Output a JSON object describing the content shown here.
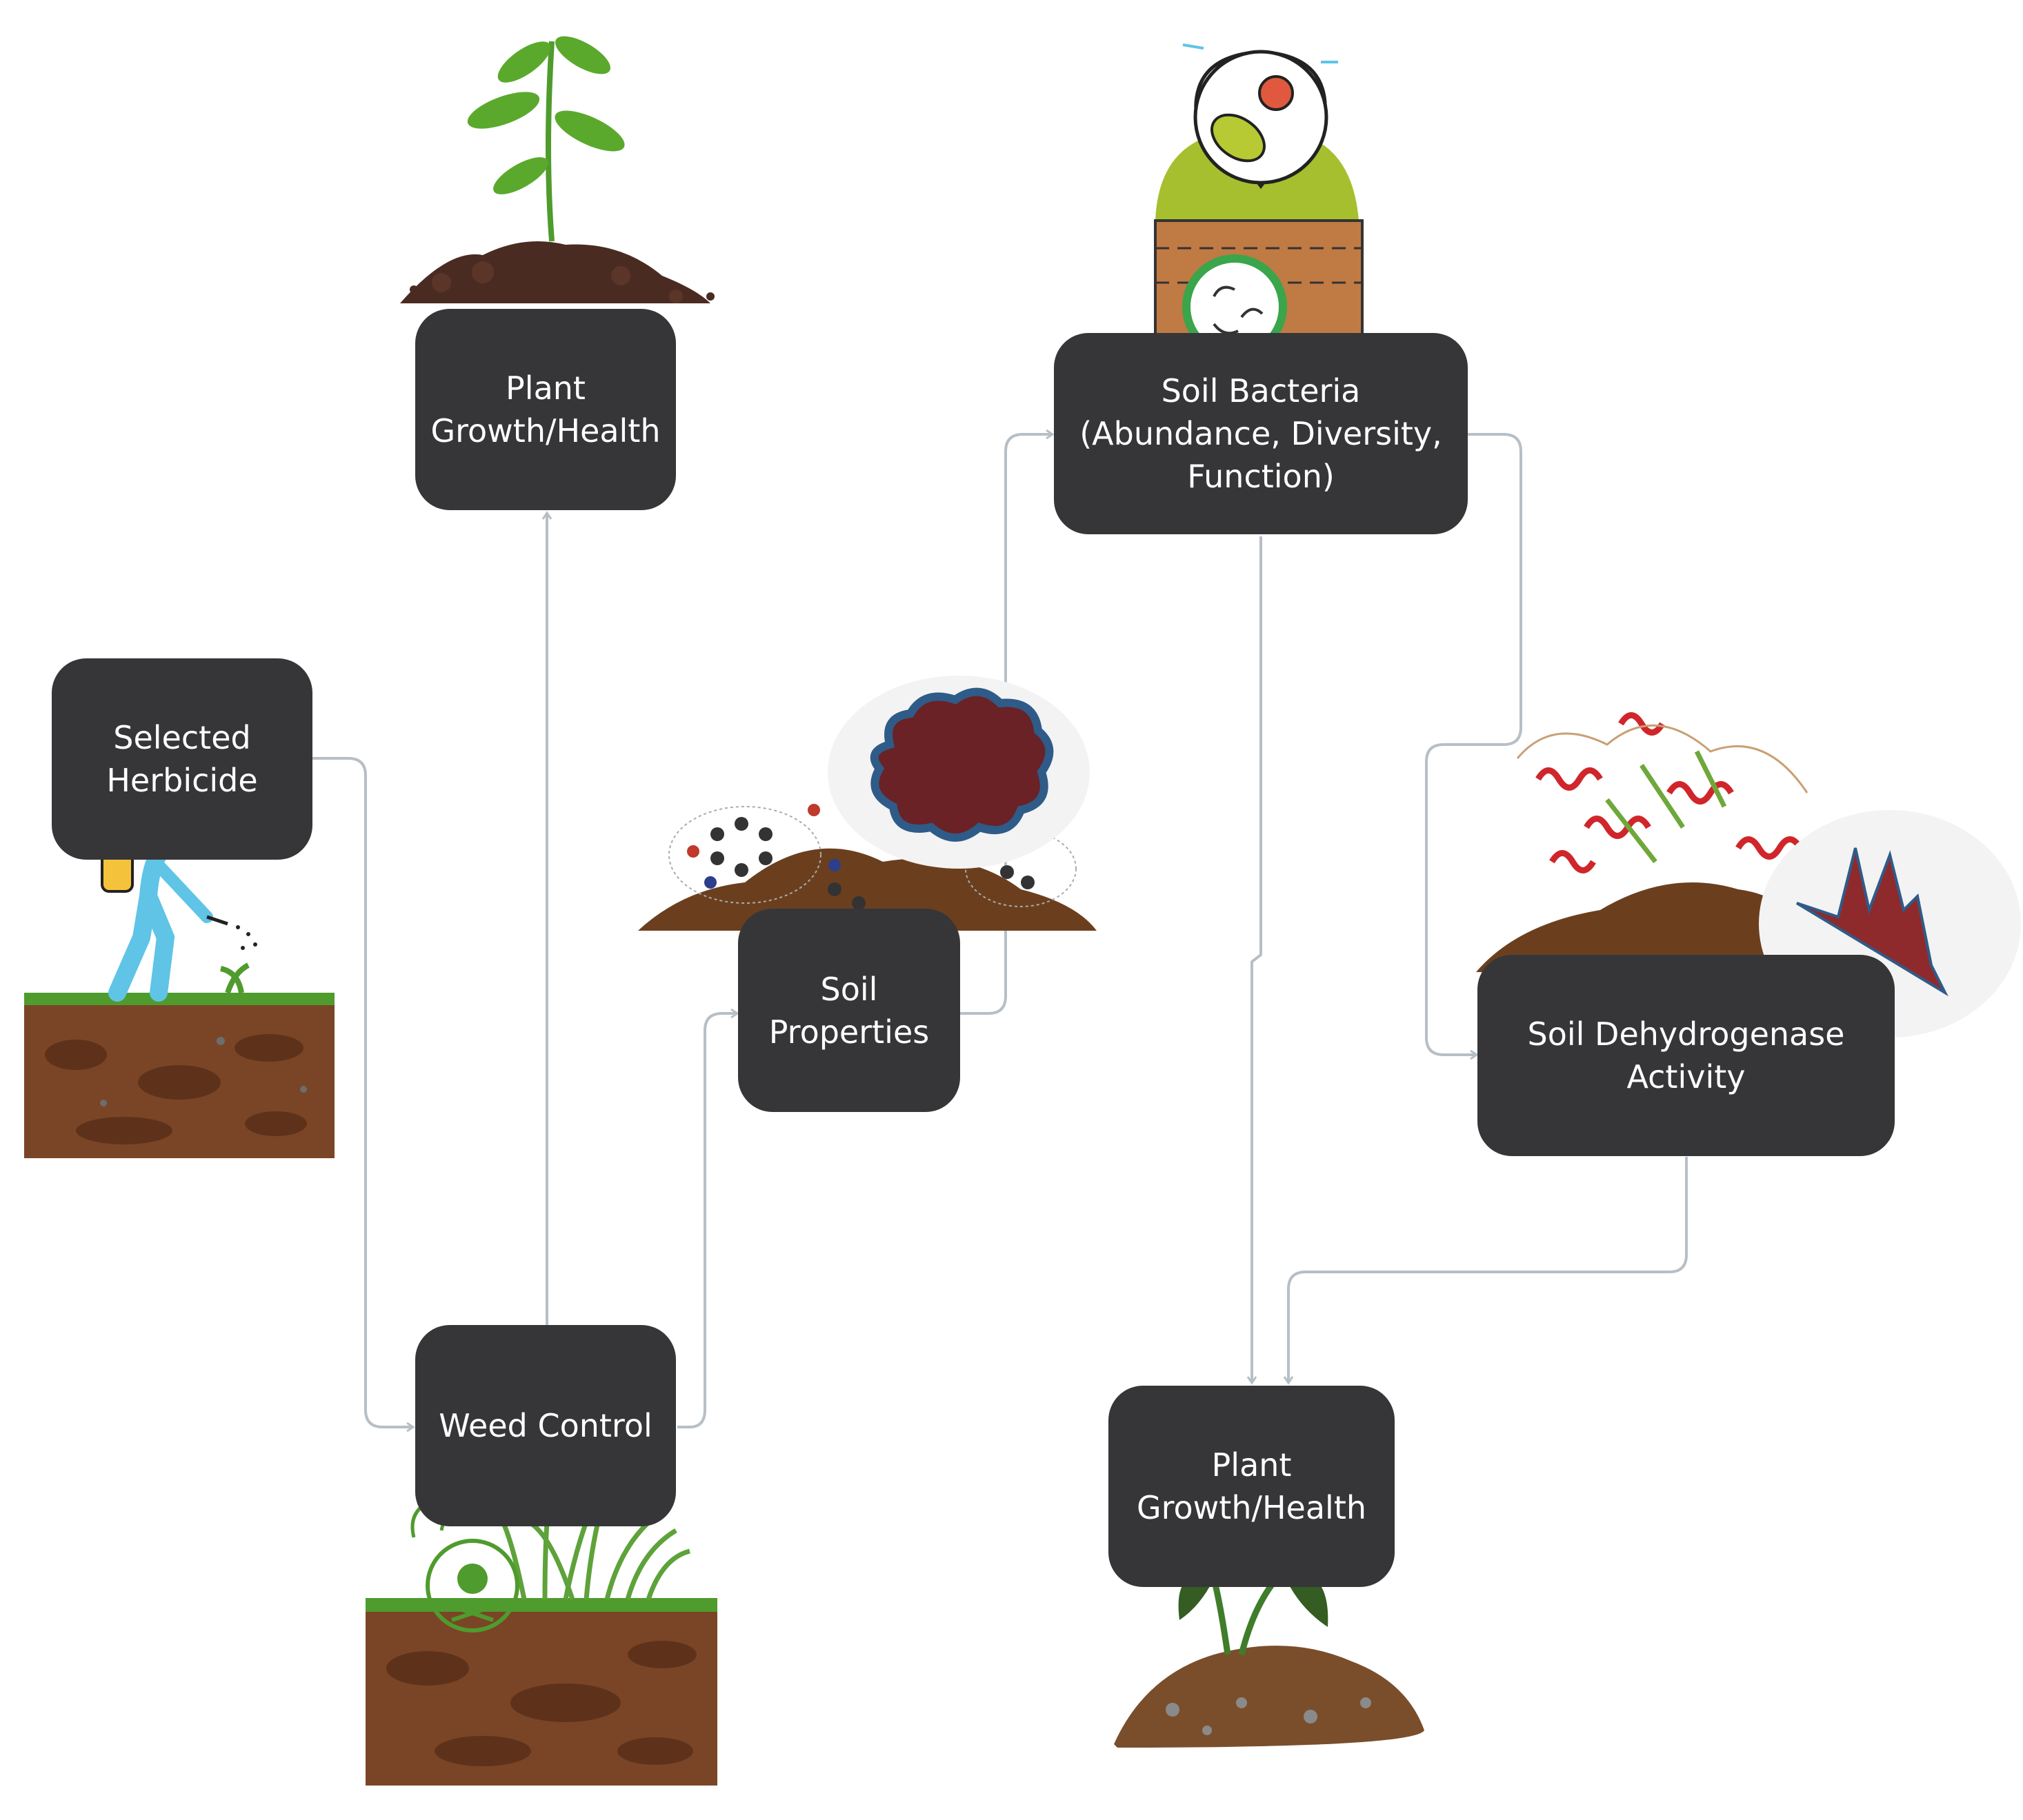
{
  "nodes": {
    "selected_herbicide": "Selected\nHerbicide",
    "weed_control": "Weed Control",
    "plant_growth_top": "Plant\nGrowth/Health",
    "soil_properties": "Soil\nProperties",
    "soil_bacteria": "Soil Bacteria\n(Abundance, Diversity,\nFunction)",
    "soil_dehydrogenase": "Soil Dehydrogenase\nActivity",
    "plant_growth_bottom": "Plant\nGrowth/Health"
  },
  "colors": {
    "node_fill": "#363638",
    "node_text": "#ffffff",
    "connector": "#b7bfc6",
    "soil_brown": "#7a4526",
    "grass_green": "#4f9b2d",
    "sprayer_blue": "#5fc4e6",
    "cloud_fill": "#6a2226",
    "cloud_edge": "#2f5b88",
    "bacteria_green": "#a6bf2e",
    "protein_red": "#d0262b"
  },
  "connections": [
    {
      "from": "selected_herbicide",
      "to": "weed_control"
    },
    {
      "from": "weed_control",
      "to": "plant_growth_top"
    },
    {
      "from": "weed_control",
      "to": "soil_properties"
    },
    {
      "from": "soil_properties",
      "to": "soil_bacteria"
    },
    {
      "from": "soil_bacteria",
      "to": "soil_dehydrogenase"
    },
    {
      "from": "soil_bacteria",
      "to": "plant_growth_bottom"
    },
    {
      "from": "soil_dehydrogenase",
      "to": "plant_growth_bottom"
    }
  ],
  "icons": [
    "herbicide-sprayer-worker-icon",
    "soil-block-icon",
    "seedling-in-soil-icon",
    "molecule-soil-icon",
    "soil-cloud-icon",
    "soil-bacteria-magnifier-icon",
    "enzyme-protein-icon",
    "activity-graph-icon",
    "weed-grass-soil-icon",
    "wilted-plant-icon"
  ]
}
